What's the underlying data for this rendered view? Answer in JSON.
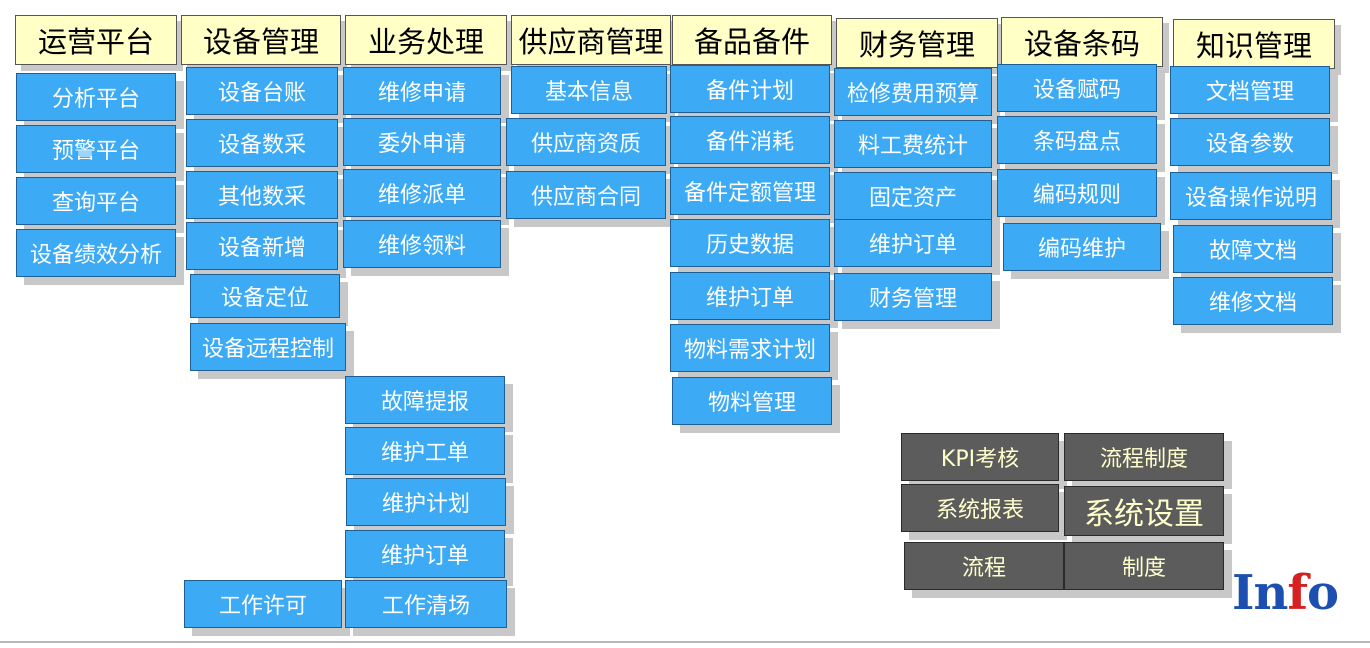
{
  "headers": [
    "运营平台",
    "设备管理",
    "业务处理",
    "供应商管理",
    "备品备件",
    "财务管理",
    "设备条码",
    "知识管理"
  ],
  "col_operations": [
    "分析平台",
    "预警平台",
    "查询平台",
    "设备绩效分析"
  ],
  "col_equipment": [
    "设备台账",
    "设备数采",
    "其他数采",
    "设备新增",
    "设备定位",
    "设备远程控制",
    "工作许可"
  ],
  "col_business": [
    "维修申请",
    "委外申请",
    "维修派单",
    "维修领料",
    "故障提报",
    "维护工单",
    "维护计划",
    "维护订单",
    "工作清场"
  ],
  "col_supplier": [
    "基本信息",
    "供应商资质",
    "供应商合同"
  ],
  "col_spares": [
    "备件计划",
    "备件消耗",
    "备件定额管理",
    "历史数据",
    "维护订单",
    "物料需求计划",
    "物料管理"
  ],
  "col_finance": [
    "检修费用预算",
    "料工费统计",
    "固定资产",
    "维护订单",
    "财务管理"
  ],
  "col_barcode": [
    "设备赋码",
    "条码盘点",
    "编码规则",
    "编码维护"
  ],
  "col_knowledge": [
    "文档管理",
    "设备参数",
    "设备操作说明",
    "故障文档",
    "维修文档"
  ],
  "system": [
    "KPI考核",
    "流程制度",
    "系统报表",
    "系统设置",
    "流程",
    "制度"
  ],
  "logo": {
    "part1": "In",
    "part2": "f",
    "part3": "o"
  },
  "colors": {
    "header_bg": "#ffffc6",
    "item_bg": "#3caaf5",
    "system_bg": "#5c5c5c",
    "logo_blue": "#1d4fb0",
    "logo_red": "#d42020"
  }
}
